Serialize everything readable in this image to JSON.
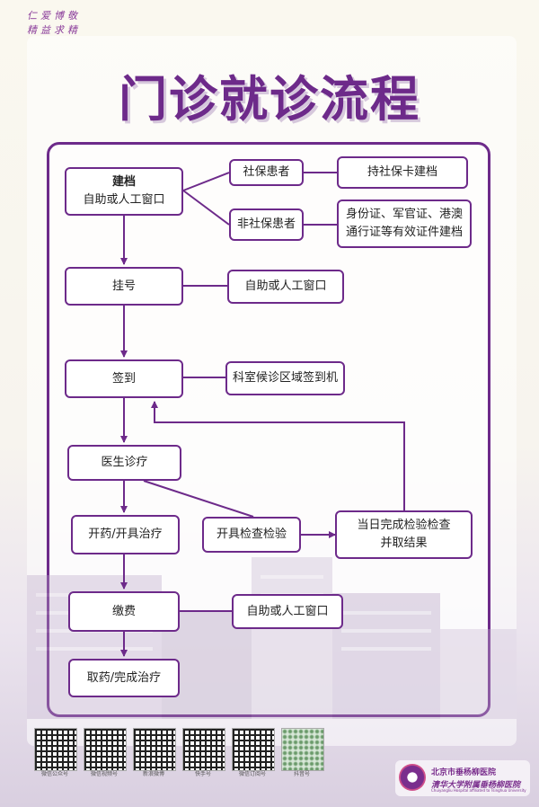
{
  "header": {
    "motto_line1": "仁爱博敬",
    "motto_line2": "精益求精",
    "title": "门诊就诊流程"
  },
  "nodes": {
    "jiandang_title": "建档",
    "jiandang_sub": "自助或人工窗口",
    "shebao": "社保患者",
    "feishebao": "非社保患者",
    "shebao_action": "持社保卡建档",
    "feishebao_action_line1": "身份证、军官证、港澳",
    "feishebao_action_line2": "通行证等有效证件建档",
    "guahao": "挂号",
    "guahao_action": "自助或人工窗口",
    "qiandao": "签到",
    "qiandao_action": "科室候诊区域签到机",
    "yisheng": "医生诊疗",
    "kaiyao": "开药/开具治疗",
    "jiancha": "开具检查检验",
    "dangri_line1": "当日完成检验检查",
    "dangri_line2": "并取结果",
    "jiaofei": "缴费",
    "jiaofei_action": "自助或人工窗口",
    "quyao": "取药/完成治疗"
  },
  "footer": {
    "qr_codes": [
      {
        "caption": "微信公众号"
      },
      {
        "caption": "微信视频号"
      },
      {
        "caption": "新浪微博"
      },
      {
        "caption": "快手号"
      },
      {
        "caption": "微信订阅号"
      },
      {
        "caption": "抖音号"
      }
    ],
    "hospital_name_line1": "北京市垂杨柳医院",
    "hospital_name_line2": "清华大学附属垂杨柳医院",
    "hospital_name_en": "Chuiyangliu Hospital affiliated to Tsinghua University"
  },
  "colors": {
    "accent": "#6d2a8a",
    "title_shadow": "#d6c8dc"
  }
}
